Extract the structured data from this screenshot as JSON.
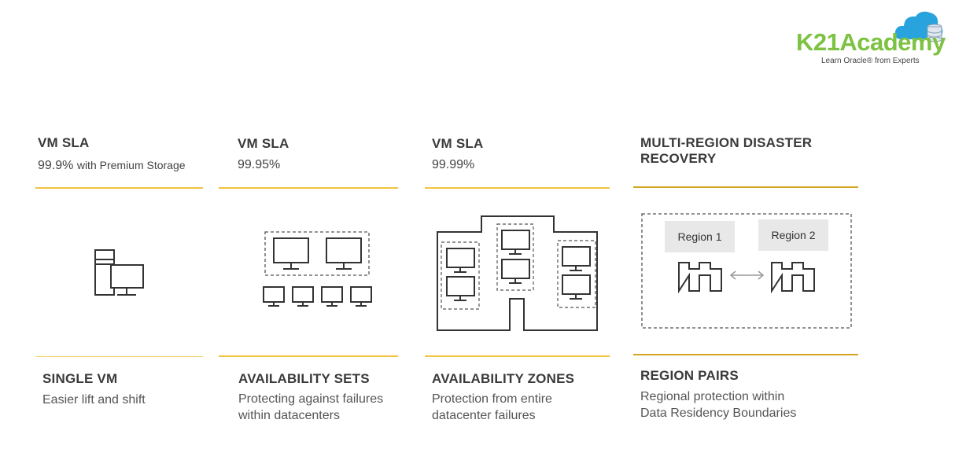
{
  "logo": {
    "brand": "K21Academy",
    "tagline": "Learn Oracle® from Experts",
    "icon": "cloud-database-icon"
  },
  "columns": [
    {
      "sla_label": "VM SLA",
      "sla_value": "99.9%",
      "sla_note": "with Premium Storage",
      "title": "SINGLE VM",
      "description": [
        "Easier lift and shift"
      ]
    },
    {
      "sla_label": "VM SLA",
      "sla_value": "99.95%",
      "title": "AVAILABILITY SETS",
      "description": [
        "Protecting against failures",
        "within datacenters"
      ]
    },
    {
      "sla_label": "VM SLA",
      "sla_value": "99.99%",
      "title": "AVAILABILITY ZONES",
      "description": [
        "Protection from entire",
        "datacenter failures"
      ]
    },
    {
      "sla_label_lines": [
        "MULTI-REGION DISASTER",
        "RECOVERY"
      ],
      "title": "REGION PAIRS",
      "description": [
        "Regional protection within",
        "Data Residency Boundaries"
      ],
      "regions": [
        "Region 1",
        "Region 2"
      ]
    }
  ],
  "colors": {
    "accent_rule": "#f1c43f",
    "logo_green": "#7dc242",
    "logo_cloud": "#29a3dd",
    "region_box": "#e8e8e8"
  }
}
